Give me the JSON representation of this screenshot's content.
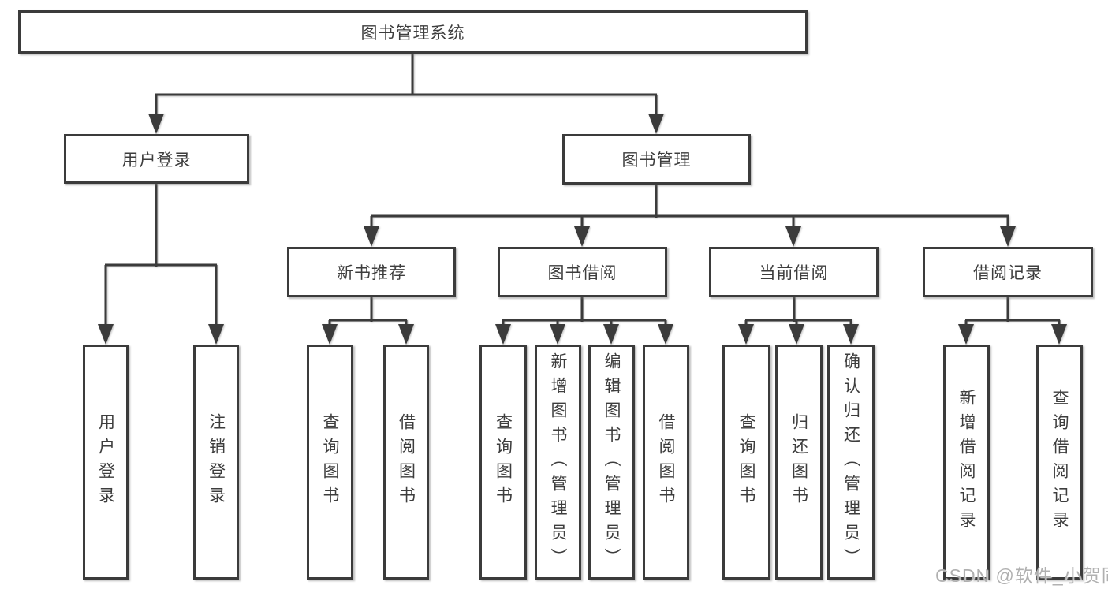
{
  "watermark": "CSDN @软件_小贺同学",
  "colors": {
    "line": "#3b3b3b",
    "text": "#3d3d3d",
    "background": "#ffffff",
    "watermark": "#b0b0b0"
  },
  "tree": {
    "root": {
      "label": "图书管理系统"
    },
    "branches": [
      {
        "label": "用户登录",
        "children": [
          {
            "label": "用户登录"
          },
          {
            "label": "注销登录"
          }
        ]
      },
      {
        "label": "图书管理",
        "children": [
          {
            "label": "新书推荐",
            "children": [
              {
                "label": "查询图书"
              },
              {
                "label": "借阅图书"
              }
            ]
          },
          {
            "label": "图书借阅",
            "children": [
              {
                "label": "查询图书"
              },
              {
                "label": "新增图书（管理员）"
              },
              {
                "label": "编辑图书（管理员）"
              },
              {
                "label": "借阅图书"
              }
            ]
          },
          {
            "label": "当前借阅",
            "children": [
              {
                "label": "查询图书"
              },
              {
                "label": "归还图书"
              },
              {
                "label": "确认归还（管理员）"
              }
            ]
          },
          {
            "label": "借阅记录",
            "children": [
              {
                "label": "新增借阅记录"
              },
              {
                "label": "查询借阅记录"
              }
            ]
          }
        ]
      }
    ]
  }
}
